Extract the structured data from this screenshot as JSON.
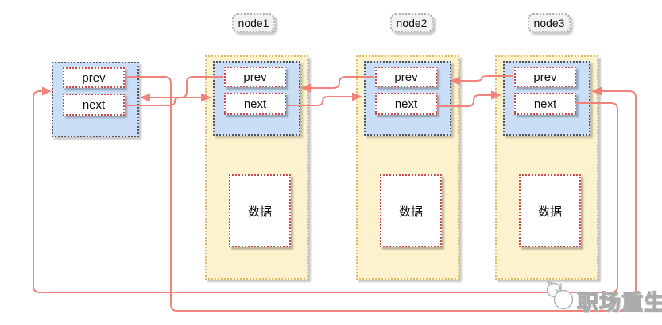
{
  "head": {
    "prev_label": "prev",
    "next_label": "next"
  },
  "nodes": [
    {
      "label": "node1",
      "prev_label": "prev",
      "next_label": "next",
      "data_label": "数据"
    },
    {
      "label": "node2",
      "prev_label": "prev",
      "next_label": "next",
      "data_label": "数据"
    },
    {
      "label": "node3",
      "prev_label": "prev",
      "next_label": "next",
      "data_label": "数据"
    }
  ],
  "connections": [
    {
      "from": "head.next",
      "to": "node1"
    },
    {
      "from": "head.prev",
      "to": "node3"
    },
    {
      "from": "node1.prev",
      "to": "head"
    },
    {
      "from": "node1.next",
      "to": "node2"
    },
    {
      "from": "node2.prev",
      "to": "node1"
    },
    {
      "from": "node2.next",
      "to": "node3"
    },
    {
      "from": "node3.prev",
      "to": "node2"
    },
    {
      "from": "node3.next",
      "to": "head"
    }
  ],
  "watermark": {
    "text": "职场重生"
  },
  "colors": {
    "arrow": "#f0837c",
    "node_fill": "#fdf2ce",
    "node_border": "#d8bd6d",
    "header_fill": "#cadef7",
    "header_border": "#555555",
    "field_fill": "#ffffff",
    "field_border": "#cc4b4b",
    "label_fill": "#f2f2f2",
    "label_border": "#b0b0b0"
  }
}
